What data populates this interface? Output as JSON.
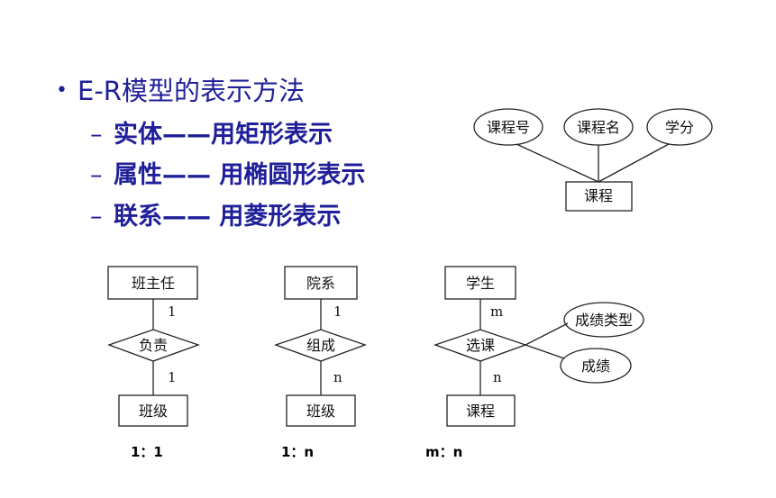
{
  "heading": {
    "bullet": "•",
    "text": "E-R模型的表示方法",
    "items": [
      {
        "dash": "–",
        "text": "实体——用矩形表示"
      },
      {
        "dash": "–",
        "text": "属性—— 用椭圆形表示"
      },
      {
        "dash": "–",
        "text": "联系—— 用菱形表示"
      }
    ]
  },
  "attribute_example": {
    "attributes": [
      "课程号",
      "课程名",
      "学分"
    ],
    "entity": "课程"
  },
  "relationship_examples": [
    {
      "entity_top": "班主任",
      "card_top": "1",
      "relationship": "负责",
      "card_bottom": "1",
      "entity_bottom": "班级",
      "ratio": "1：1"
    },
    {
      "entity_top": "院系",
      "card_top": "1",
      "relationship": "组成",
      "card_bottom": "n",
      "entity_bottom": "班级",
      "ratio": "1：n"
    },
    {
      "entity_top": "学生",
      "card_top": "m",
      "relationship": "选课",
      "card_bottom": "n",
      "entity_bottom": "课程",
      "ratio": "m：n",
      "attributes": [
        "成绩类型",
        "成绩"
      ]
    }
  ]
}
